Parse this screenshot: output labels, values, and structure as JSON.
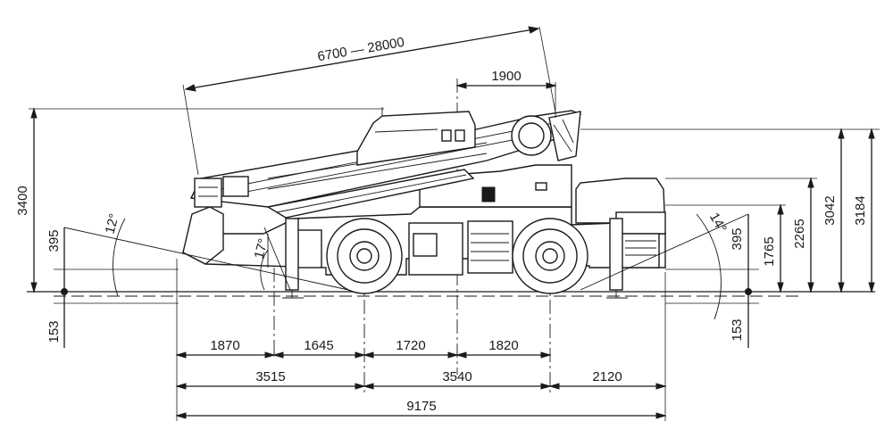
{
  "dimensions": {
    "boom_length": "6700 — 28000",
    "jib_offset": "1900",
    "height_overall": "3400",
    "ground_clearance_front": "395",
    "ground_clearance_rear": "395",
    "approach_angle": "12°",
    "departure_angle": "14°",
    "outrigger_angle": "17°",
    "outrigger_pad_below_front": "153",
    "outrigger_pad_below_rear": "153",
    "rear_height_1765": "1765",
    "rear_height_2265": "2265",
    "rear_height_3042": "3042",
    "rear_height_3184": "3184",
    "front_overhang_a": "1870",
    "front_overhang_b": "1645",
    "wheelbase_a": "1720",
    "wheelbase_b": "1820",
    "front_section": "3515",
    "wheelbase": "3540",
    "rear_overhang": "2120",
    "overall_length": "9175"
  }
}
